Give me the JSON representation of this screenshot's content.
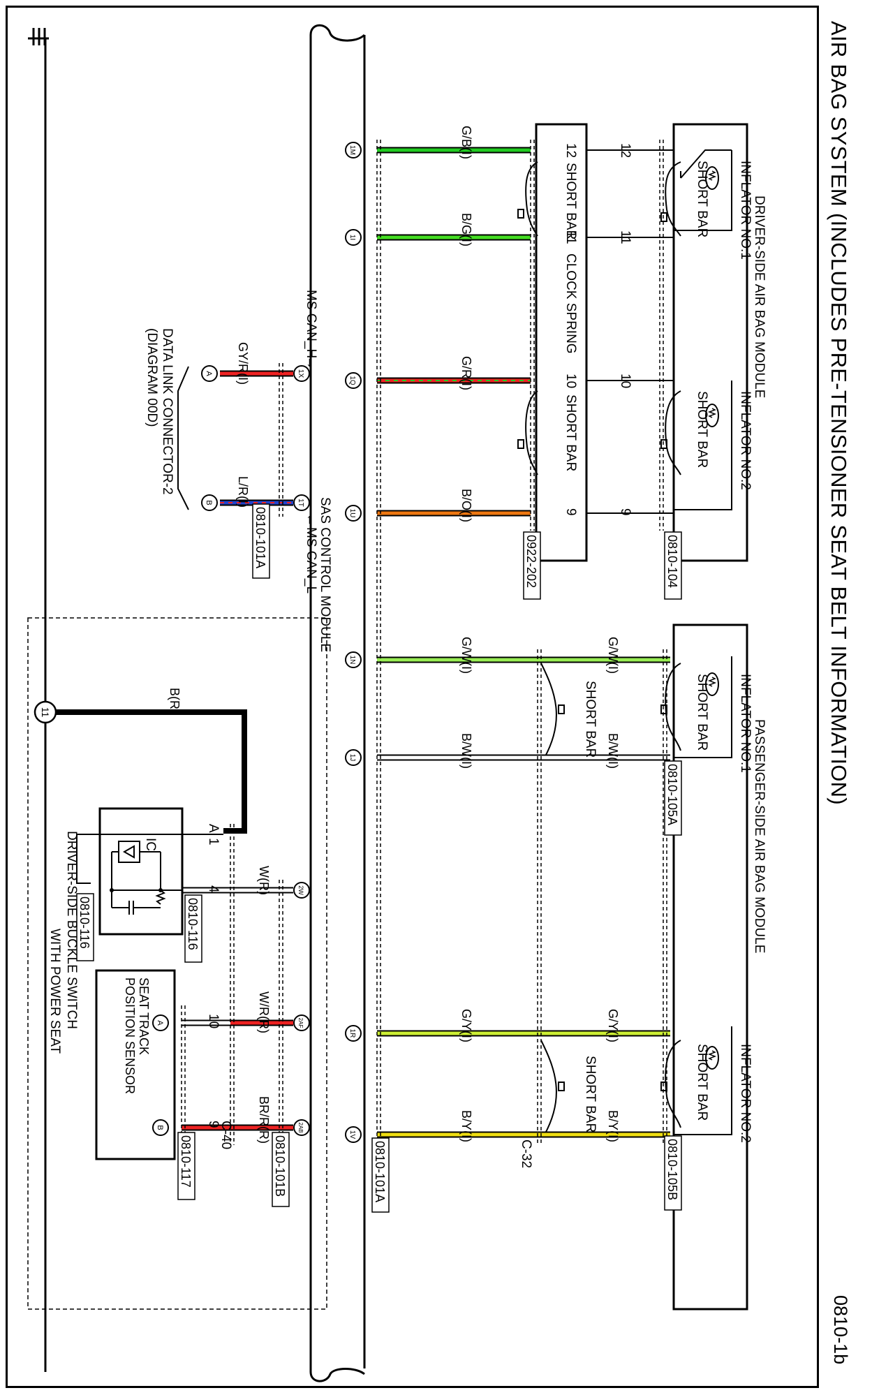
{
  "page": {
    "title": "AIR BAG SYSTEM (INCLUDES PRE-TENSIONER SEAT BELT INFORMATION)",
    "number": "0810-1b"
  },
  "driver_airbag": {
    "title": "DRIVER-SIDE AIR BAG MODULE",
    "inflator1": "INFLATOR NO.1",
    "inflator2": "INFLATOR NO.2",
    "short_bar": "SHORT BAR",
    "ref": "0810-104",
    "pins": [
      "12",
      "11",
      "10",
      "9"
    ]
  },
  "clock_spring": {
    "label": "CLOCK SPRING",
    "short_bar": "SHORT BAR",
    "ref": "0922-202",
    "pins": [
      "12",
      "11",
      "10",
      "9"
    ]
  },
  "passenger_airbag": {
    "title": "PASSENGER-SIDE AIR BAG MODULE",
    "inflator1": "INFLATOR NO.1",
    "inflator2": "INFLATOR NO.2",
    "short_bar": "SHORT BAR",
    "ref_a": "0810-105A",
    "ref_b": "0810-105B",
    "wires": [
      "G/W(I)",
      "B/W(I)",
      "G/Y(I)",
      "B/Y(I)"
    ]
  },
  "connector_c32": {
    "label": "C-32",
    "short_bar": "SHORT BAR",
    "wires": [
      "G/W(I)",
      "B/W(I)",
      "G/Y(I)",
      "B/Y(I)"
    ]
  },
  "driver_wires": [
    "G/B(I)",
    "B/G(I)",
    "G/R(I)",
    "B/O(I)"
  ],
  "sas_module": {
    "label": "SAS CONTROL MODULE",
    "ref_1": "0810-101A",
    "ref_2": "0810-101B",
    "ref_3": "0810-101A",
    "terminals_main": [
      "1M",
      "1I",
      "1Q",
      "1U",
      "1N",
      "1J",
      "1R",
      "1V"
    ],
    "terminals_can": [
      "1X",
      "1T"
    ],
    "terminals_seat": [
      "2W",
      "2AF",
      "2AB"
    ],
    "ms_can_h": "MS CAN_H",
    "ms_can_l": "MS CAN_L"
  },
  "data_link": {
    "label": "DATA LINK CONNECTOR-2",
    "diagram": "(DIAGRAM 00D)",
    "pins": [
      "A",
      "B"
    ],
    "wires": [
      "GY/R(I)",
      "L/R(I)"
    ]
  },
  "buckle_switch": {
    "label": "DRIVER-SIDE BUCKLE SWITCH",
    "ic": "IC",
    "ref_a": "0810-116",
    "ref_b": "0810-116",
    "pins": [
      "A",
      "1",
      "4"
    ],
    "wires": [
      "B(R)",
      "W(R)"
    ]
  },
  "seat_track": {
    "label_1": "SEAT TRACK",
    "label_2": "POSITION SENSOR",
    "ref": "0810-117",
    "pins": [
      "A",
      "B"
    ],
    "pin_nums": [
      "10",
      "9"
    ],
    "wires": [
      "W/R(R)",
      "BR/R(R)"
    ],
    "connector": "C-40"
  },
  "power_seat": {
    "label": "WITH POWER SEAT"
  },
  "ground": {
    "node": "11"
  },
  "colors": {
    "green": "#22cc22",
    "light_green": "#99ee55",
    "yellow_green": "#ccee33",
    "yellow": "#eedd11",
    "red": "#ee2222",
    "orange": "#ee7711",
    "blue": "#2244cc",
    "white_wire": "#ffffff",
    "black": "#000000"
  }
}
